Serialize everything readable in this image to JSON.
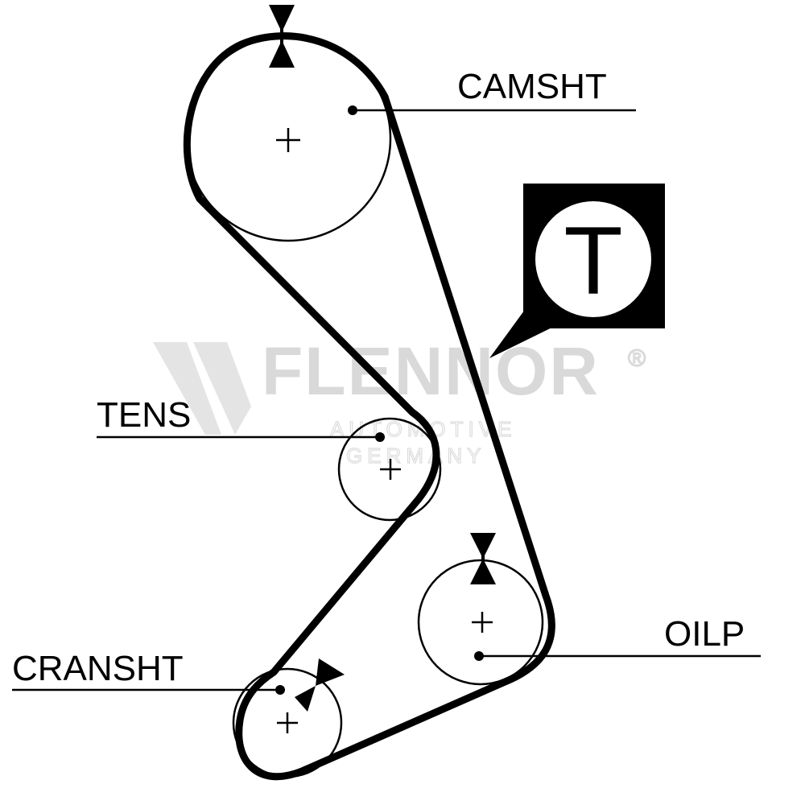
{
  "labels": {
    "camshaft": "CAMSHT",
    "tensioner": "TENS",
    "crankshaft": "CRANSHT",
    "oil_pump": "OILP"
  },
  "badge": {
    "letter": "T"
  },
  "watermark": {
    "brand": "FLENNOR",
    "registered": "®",
    "line1": "AUTOMOTIVE",
    "line2": "GERMANY"
  },
  "colors": {
    "ink": "#000000",
    "watermark": "#d9d9d9",
    "background": "#ffffff"
  }
}
